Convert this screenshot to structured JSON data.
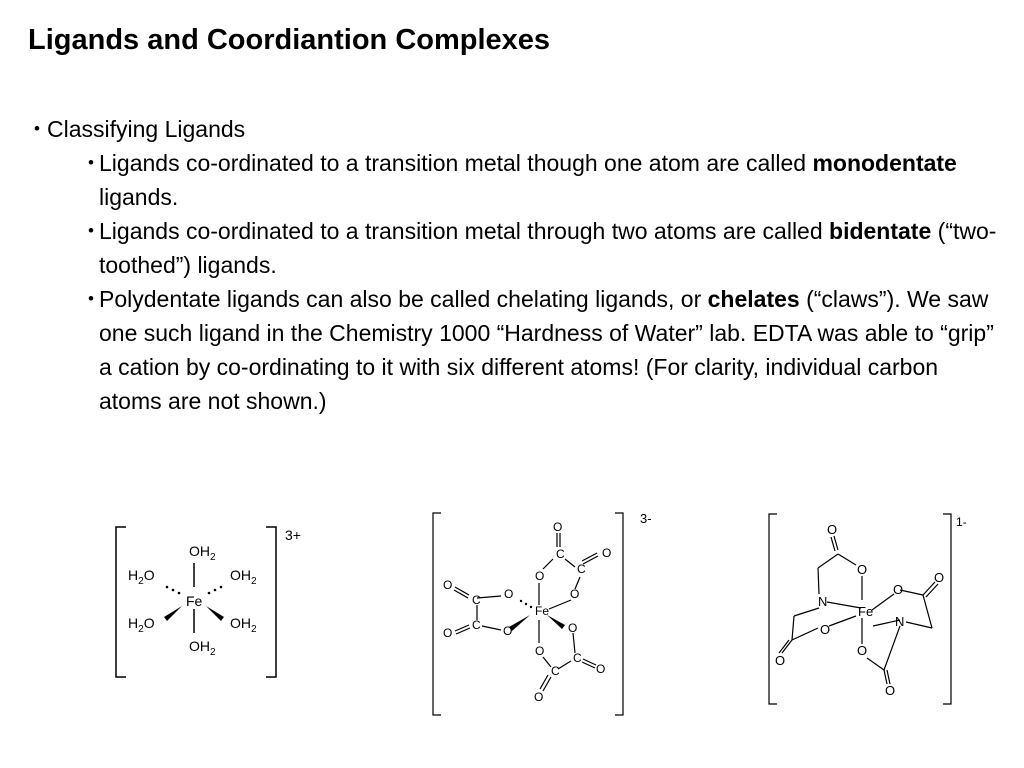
{
  "title": "Ligands and Coordiantion Complexes",
  "section": {
    "heading": "Classifying Ligands",
    "bullets": [
      {
        "pre": "Ligands co-ordinated to a transition metal though one atom are called ",
        "bold": "monodentate",
        "post": " ligands."
      },
      {
        "pre": "Ligands co-ordinated to a transition metal through two atoms are called ",
        "bold": "bidentate",
        "post": " (“two-toothed”) ligands."
      },
      {
        "pre": "Polydentate ligands can also be called chelating ligands, or ",
        "bold": "chelates",
        "post": " (“claws”).  We saw one such ligand in the Chemistry 1000 “Hardness of Water” lab.  EDTA was able to “grip” a cation by co-ordinating to it with six different atoms!  (For clarity, individual carbon atoms are not shown.)"
      }
    ]
  },
  "structures": [
    {
      "charge": "3+",
      "metal": "Fe",
      "ligands": [
        "OH2",
        "H2O",
        "OH2",
        "H2O",
        "OH2",
        "OH2"
      ]
    },
    {
      "charge": "3-",
      "metal": "Fe",
      "atoms": {
        "oxygen": "O",
        "carbon": "C"
      }
    },
    {
      "charge": "1-",
      "metal": "Fe",
      "atoms": {
        "oxygen": "O",
        "nitrogen": "N"
      }
    }
  ]
}
